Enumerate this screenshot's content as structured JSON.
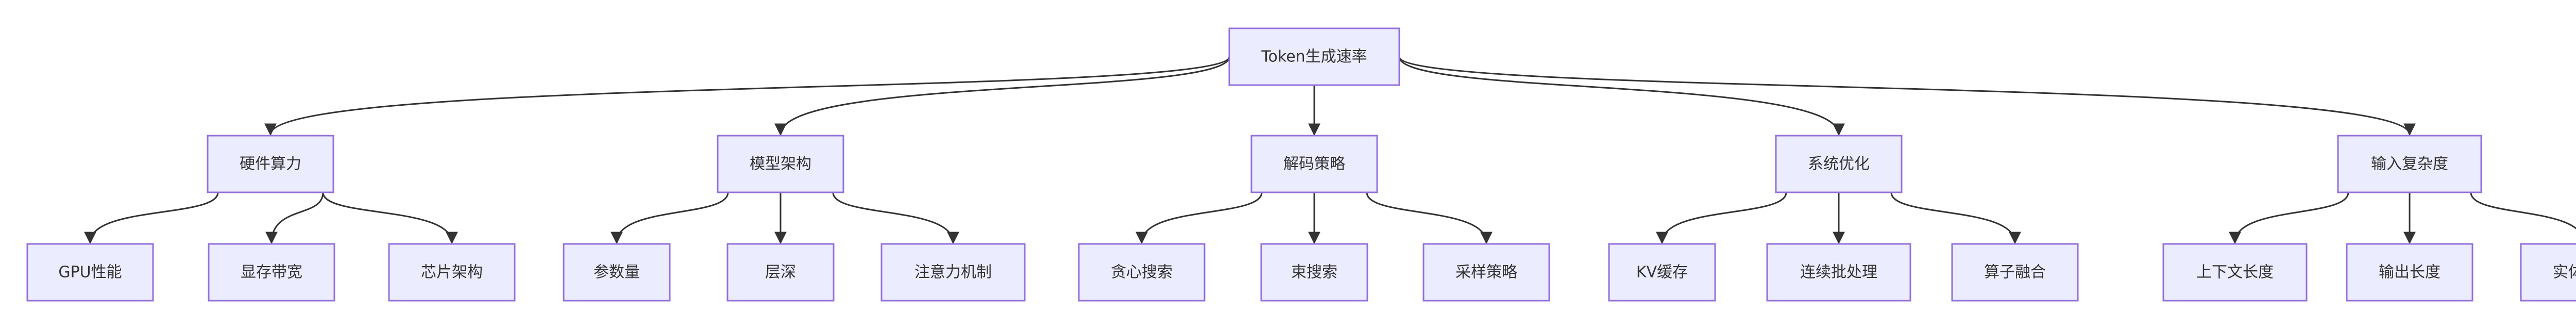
{
  "root": {
    "id": "root",
    "label": "Token生成速率"
  },
  "categories": [
    {
      "id": "hw",
      "label": "硬件算力",
      "children": [
        {
          "id": "gpu",
          "label": "GPU性能"
        },
        {
          "id": "mem",
          "label": "显存带宽"
        },
        {
          "id": "chip",
          "label": "芯片架构"
        }
      ]
    },
    {
      "id": "model",
      "label": "模型架构",
      "children": [
        {
          "id": "params",
          "label": "参数量"
        },
        {
          "id": "depth",
          "label": "层深"
        },
        {
          "id": "attn",
          "label": "注意力机制"
        }
      ]
    },
    {
      "id": "decode",
      "label": "解码策略",
      "children": [
        {
          "id": "greedy",
          "label": "贪心搜索"
        },
        {
          "id": "beam",
          "label": "束搜索"
        },
        {
          "id": "sample",
          "label": "采样策略"
        }
      ]
    },
    {
      "id": "sys",
      "label": "系统优化",
      "children": [
        {
          "id": "kv",
          "label": "KV缓存"
        },
        {
          "id": "batch",
          "label": "连续批处理"
        },
        {
          "id": "fusion",
          "label": "算子融合"
        }
      ]
    },
    {
      "id": "input",
      "label": "输入复杂度",
      "children": [
        {
          "id": "ctx",
          "label": "上下文长度"
        },
        {
          "id": "outlen",
          "label": "输出长度"
        },
        {
          "id": "density",
          "label": "实体密度"
        }
      ]
    }
  ]
}
